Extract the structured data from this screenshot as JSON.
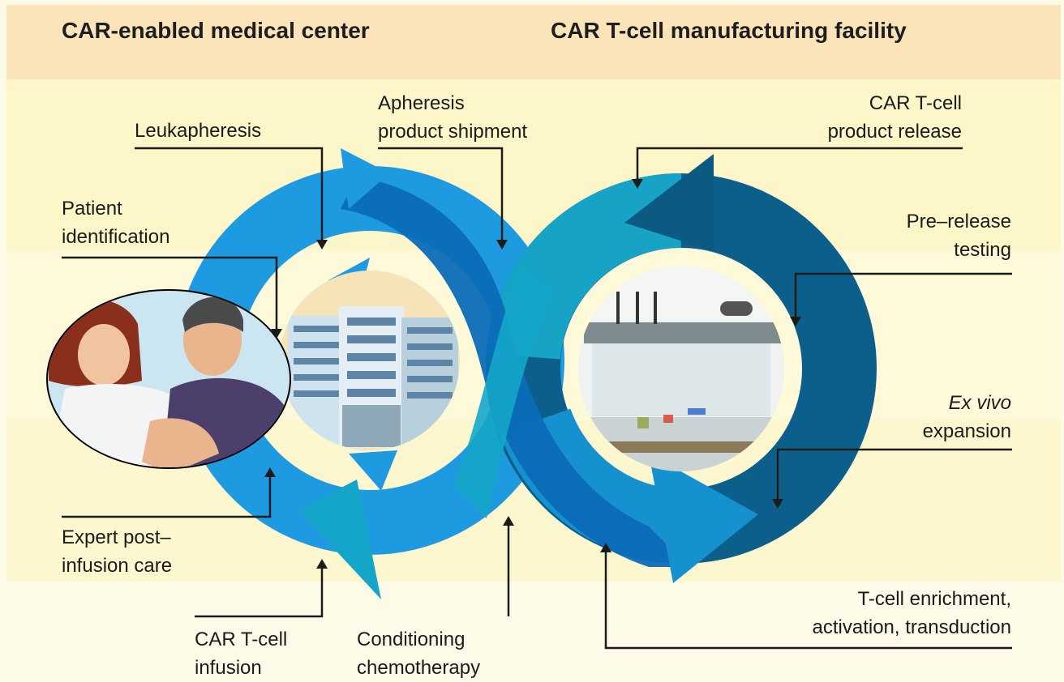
{
  "header": {
    "left_title": "CAR-enabled medical center",
    "right_title": "CAR T-cell manufacturing facility"
  },
  "steps": {
    "leukapheresis": [
      "Leukapheresis"
    ],
    "apheresis_shipment": [
      "Apheresis",
      "product shipment"
    ],
    "product_release": [
      "CAR T-cell",
      "product release"
    ],
    "patient_identification": [
      "Patient",
      "identification"
    ],
    "pre_release_testing": [
      "Pre–release",
      "testing"
    ],
    "ex_vivo_expansion": [
      "Ex vivo",
      "expansion"
    ],
    "expert_post_infusion_care": [
      "Expert post–",
      "infusion care"
    ],
    "enrichment_activation_transduction": [
      "T-cell enrichment,",
      "activation, transduction"
    ],
    "car_t_cell_infusion": [
      "CAR T-cell",
      "infusion"
    ],
    "conditioning_chemotherapy": [
      "Conditioning",
      "chemotherapy"
    ]
  },
  "colors": {
    "header_band": "#fbe4b9",
    "left_loop": "#1e9be0",
    "center_crossing": "#0b6bb8",
    "right_loop_light": "#17a4c7",
    "right_loop_dark": "#0a5a82",
    "leader_line": "#1b1b1b"
  },
  "icons": {
    "patient_scene": "doctor-and-patient-illustration",
    "hospital": "hospital-building-illustration",
    "lab": "laboratory-hood-illustration"
  }
}
